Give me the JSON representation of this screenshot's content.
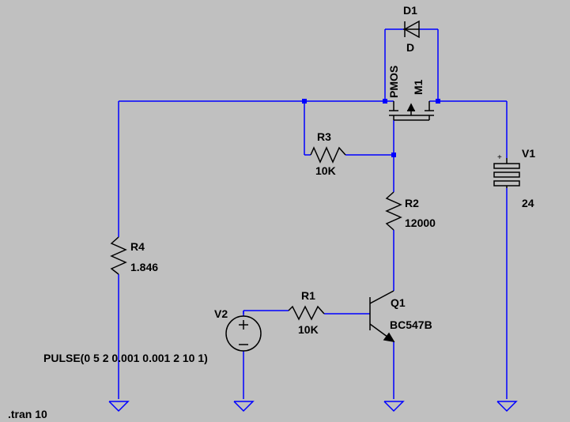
{
  "colors": {
    "background": "#c0c0c0",
    "wire": "#0000ff",
    "component": "#000000",
    "junction": "#0000ff"
  },
  "components": {
    "d1": {
      "ref": "D1",
      "value": "D"
    },
    "m1": {
      "ref": "M1",
      "value": "PMOS"
    },
    "r3": {
      "ref": "R3",
      "value": "10K"
    },
    "r2": {
      "ref": "R2",
      "value": "12000"
    },
    "r4": {
      "ref": "R4",
      "value": "1.846"
    },
    "r1": {
      "ref": "R1",
      "value": "10K"
    },
    "q1": {
      "ref": "Q1",
      "value": "BC547B"
    },
    "v1": {
      "ref": "V1",
      "value": "24",
      "plus": "+"
    },
    "v2": {
      "ref": "V2",
      "value": "PULSE(0 5 2 0.001 0.001 2 10 1)"
    }
  },
  "directive": ".tran 10"
}
